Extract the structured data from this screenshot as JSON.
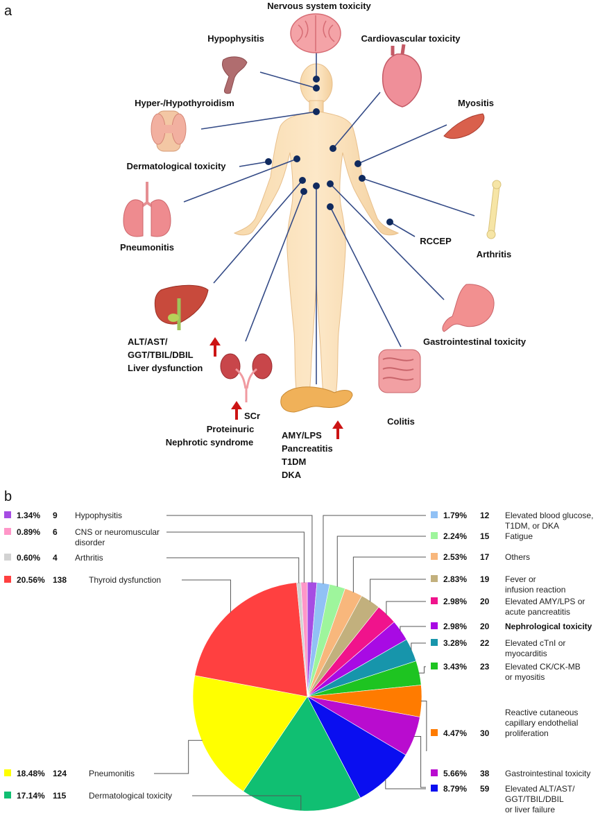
{
  "panel_a": {
    "letter": "a",
    "organs": {
      "nervous": "Nervous system toxicity",
      "hypophysitis": "Hypophysitis",
      "cardio": "Cardiovascular toxicity",
      "thyroid": "Hyper-/Hypothyroidism",
      "myositis": "Myositis",
      "derm": "Dermatological toxicity",
      "pneumonitis": "Pneumonitis",
      "rccep": "RCCEP",
      "arthritis": "Arthritis",
      "gastro": "Gastrointestinal toxicity",
      "colitis": "Colitis"
    },
    "liver": [
      "ALT/AST/",
      "GGT/TBIL/DBIL",
      "Liver dysfunction"
    ],
    "kidney": [
      "SCr",
      "Proteinuric",
      "Nephrotic syndrome"
    ],
    "pancreas": [
      "AMY/LPS",
      "Pancreatitis",
      "T1DM",
      "DKA"
    ]
  },
  "chart_data": {
    "type": "pie",
    "panel_letter": "b",
    "slices": [
      {
        "label": [
          "Hypophysitis"
        ],
        "percent": "1.34%",
        "count": "9",
        "value": 9,
        "color": "#a64ce3"
      },
      {
        "label": [
          "Elevated blood glucose,",
          "T1DM, or DKA"
        ],
        "percent": "1.79%",
        "count": "12",
        "value": 12,
        "color": "#91c1f5"
      },
      {
        "label": [
          "Fatigue"
        ],
        "percent": "2.24%",
        "count": "15",
        "value": 15,
        "color": "#9ef59c"
      },
      {
        "label": [
          "Others"
        ],
        "percent": "2.53%",
        "count": "17",
        "value": 17,
        "color": "#f8b77c"
      },
      {
        "label": [
          "Fever or",
          "infusion reaction"
        ],
        "percent": "2.83%",
        "count": "19",
        "value": 19,
        "color": "#c2b07d"
      },
      {
        "label": [
          "Elevated AMY/LPS or",
          "acute pancreatitis"
        ],
        "percent": "2.98%",
        "count": "20",
        "value": 20,
        "color": "#f0138c"
      },
      {
        "label": [
          "Nephrological toxicity"
        ],
        "percent": "2.98%",
        "count": "20",
        "value": 20,
        "color": "#a80ae4"
      },
      {
        "label": [
          "Elevated cTnI or",
          "myocarditis"
        ],
        "percent": "3.28%",
        "count": "22",
        "value": 22,
        "color": "#1795ab"
      },
      {
        "label": [
          "Elevated CK/CK-MB",
          "or myositis"
        ],
        "percent": "3.43%",
        "count": "23",
        "value": 23,
        "color": "#1ec421"
      },
      {
        "label": [
          "Reactive cutaneous",
          "capillary endothelial",
          "proliferation"
        ],
        "percent": "4.47%",
        "count": "30",
        "value": 30,
        "color": "#ff7b00"
      },
      {
        "label": [
          "Gastrointestinal toxicity"
        ],
        "percent": "5.66%",
        "count": "38",
        "value": 38,
        "color": "#b90ccf"
      },
      {
        "label": [
          "Elevated ALT/AST/",
          "GGT/TBIL/DBIL",
          "or liver failure"
        ],
        "percent": "8.79%",
        "count": "59",
        "value": 59,
        "color": "#0a0ef0"
      },
      {
        "label": [
          "Dermatological toxicity"
        ],
        "percent": "17.14%",
        "count": "115",
        "value": 115,
        "color": "#10bf72"
      },
      {
        "label": [
          "Pneumonitis"
        ],
        "percent": "18.48%",
        "count": "124",
        "value": 124,
        "color": "#ffff00"
      },
      {
        "label": [
          "Thyroid dysfunction"
        ],
        "percent": "20.56%",
        "count": "138",
        "value": 138,
        "color": "#ff4040"
      },
      {
        "label": [
          "Arthritis"
        ],
        "percent": "0.60%",
        "count": "4",
        "value": 4,
        "color": "#d2d2d2"
      },
      {
        "label": [
          "CNS or neuromuscular",
          "disorder"
        ],
        "percent": "0.89%",
        "count": "6",
        "value": 6,
        "color": "#ff96c8"
      }
    ]
  }
}
